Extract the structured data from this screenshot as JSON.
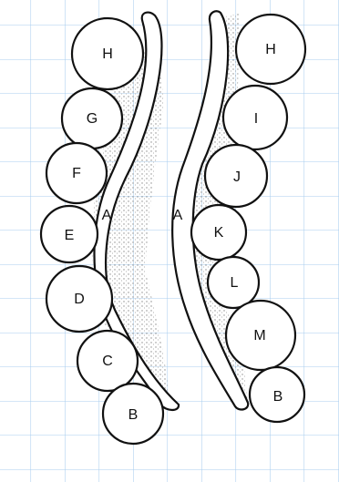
{
  "diagram": {
    "colors": {
      "background": "#ffffff",
      "grid": "#a9cdef",
      "stroke": "#111111",
      "stipple": "#8a8a8a"
    },
    "left_column": {
      "spine_label": "A",
      "circle_labels": {
        "H": "H",
        "G": "G",
        "F": "F",
        "E": "E",
        "D": "D",
        "C": "C",
        "B": "B"
      }
    },
    "right_column": {
      "spine_label": "A",
      "circle_labels": {
        "H": "H",
        "I": "I",
        "J": "J",
        "K": "K",
        "L": "L",
        "M": "M",
        "B": "B"
      }
    }
  }
}
